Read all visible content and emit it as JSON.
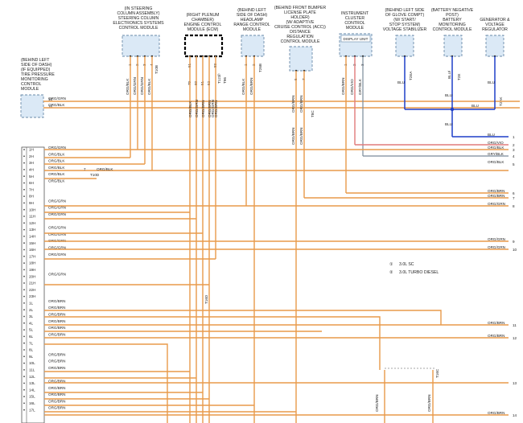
{
  "modules": {
    "tpm": {
      "lines": [
        "(BEHIND LEFT",
        "SIDE OF DASH)",
        "(IF EQUIPPED)",
        "TIRE PRESSURE",
        "MONITORING",
        "CONTROL",
        "MODULE"
      ]
    },
    "sccm": {
      "lines": [
        "(IN STEERING",
        "COLUMN ASSEMBLY)",
        "STEERING COLUMN",
        "ELECTRONICS SYSTEMS",
        "CONTROL MODULE"
      ]
    },
    "ecm": {
      "lines": [
        "(RIGHT PLENUM",
        "CHAMBER)",
        "ENGINE CONTROL",
        "MODULE (ECM)"
      ]
    },
    "hlr": {
      "lines": [
        "(BEHIND LEFT",
        "SIDE OF DASH)",
        "HEADLAMP",
        "RANGE CONTROL",
        "MODULE"
      ]
    },
    "acc": {
      "lines": [
        "(BEHIND FRONT BUMPER",
        "LICENSE PLATE",
        "HOLDER)",
        "(W/ ADAPTIVE",
        "CRUISE CONTROL (ACC))",
        "DISTANCE",
        "REGULATION",
        "CONTROL MODULE"
      ]
    },
    "ipc": {
      "lines": [
        "INSTRUMENT",
        "CLUSTER",
        "CONTROL",
        "MODULE"
      ],
      "sub": "DISPLAY UNIT"
    },
    "vstab": {
      "lines": [
        "(BEHIND LEFT SIDE",
        "OF GLOVE COMPT)",
        "(W/ START/",
        "STOP SYSTEM)",
        "VOLTAGE STABILIZER"
      ]
    },
    "bms": {
      "lines": [
        "(BATTERY NEGATIVE",
        "POST)",
        "BATTERY",
        "MONITORING",
        "CONTROL MODULE"
      ]
    },
    "gen": {
      "lines": [
        "GENERATOR &",
        "VOLTAGE",
        "REGULATOR"
      ]
    }
  },
  "pins": {
    "tpm": [
      "15",
      "16"
    ],
    "sccm": [
      "1",
      "2",
      "3",
      "4"
    ],
    "ecm": [
      "61",
      "79",
      "80",
      "51",
      "52",
      "83"
    ],
    "hlr": [
      "1",
      "2"
    ],
    "acc": [
      "6",
      "7"
    ],
    "ipc": [
      "1",
      "2",
      "3"
    ]
  },
  "connectors": {
    "sccm": "T10B",
    "ecm1": "T121",
    "ecm2": "T96",
    "hlr": "T26B",
    "acc": "T8C",
    "vstab": "T2EA",
    "bms": "T2E",
    "gen": "T2AK",
    "t10d": "T10D",
    "t16d": "T16D",
    "t16c": "T16C"
  },
  "ecm_note": "①",
  "wire_labels": {
    "tpm_15": "ORG/GRN",
    "tpm_16": "ORG/BLK",
    "sccm": [
      "ORG/BLK",
      "ORG/GRN",
      "ORG/GRN",
      "ORG/BLK"
    ],
    "ecm": [
      "ORG/BLK",
      "ORG/GRN",
      "ORG/BRN",
      "ORG/BRN",
      "ORG/GRN",
      "ORG/BRN"
    ],
    "hlr": [
      "ORG/BLK",
      "ORG/BRN"
    ],
    "acc": [
      "ORG/BRN",
      "ORG/BRN"
    ],
    "acc_lower": [
      "ORG/BRN",
      "ORG/BRN"
    ],
    "ipc": [
      "ORG/BRN",
      "ORG/VIO",
      "GRY/BLK"
    ],
    "vstab": "BLU",
    "bms1": "BLU/",
    "bms2": "BLU",
    "gen": "BLU",
    "blu_bus": "BLU",
    "blu_drop": "BLU",
    "t10d": [
      "ORG/BRN",
      "ORG/BRN"
    ]
  },
  "right_terms": [
    {
      "n": "1",
      "label": "BLU"
    },
    {
      "n": "2",
      "label": "ORG/VIO"
    },
    {
      "n": "3",
      "label": "ORG/BLK"
    },
    {
      "n": "4",
      "label": "GRY/BLK"
    },
    {
      "n": "5",
      "label": "ORG/BLK"
    },
    {
      "n": "6",
      "label": "ORG/BRN"
    },
    {
      "n": "7",
      "label": "ORG/BRN"
    },
    {
      "n": "8",
      "label": "ORG/GRN"
    },
    {
      "n": "9",
      "label": "ORG/GRN"
    },
    {
      "n": "10",
      "label": "ORG/GRN"
    },
    {
      "n": "11",
      "label": "ORG/BRN"
    },
    {
      "n": "12",
      "label": "ORG/BRN"
    },
    {
      "n": "13",
      "label": ""
    },
    {
      "n": "14",
      "label": "ORG/BRN"
    }
  ],
  "gateway_pins": [
    {
      "pin": "1H",
      "label": "ORG/GRN"
    },
    {
      "pin": "2H",
      "label": "ORG/BLK"
    },
    {
      "pin": "3H",
      "label": "ORG/BLK"
    },
    {
      "pin": "4H",
      "label": "ORG/BLK"
    },
    {
      "pin": "5H",
      "label": "ORG/BLK"
    },
    {
      "pin": "6H",
      "label": "ORG/BLK"
    },
    {
      "pin": "7H",
      "label": ""
    },
    {
      "pin": "8H",
      "label": ""
    },
    {
      "pin": "9H",
      "label": "ORG/GRN"
    },
    {
      "pin": "10H",
      "label": "ORG/GRN"
    },
    {
      "pin": "11H",
      "label": "ORG/GRN"
    },
    {
      "pin": "12H",
      "label": ""
    },
    {
      "pin": "13H",
      "label": "ORG/GRN"
    },
    {
      "pin": "14H",
      "label": "ORG/GRN"
    },
    {
      "pin": "15H",
      "label": "ORG/GRN"
    },
    {
      "pin": "16H",
      "label": "ORG/GRN"
    },
    {
      "pin": "17H",
      "label": "ORG/GRN"
    },
    {
      "pin": "18H",
      "label": ""
    },
    {
      "pin": "19H",
      "label": ""
    },
    {
      "pin": "20H",
      "label": "ORG/GRN"
    },
    {
      "pin": "21H",
      "label": ""
    },
    {
      "pin": "22H",
      "label": ""
    },
    {
      "pin": "23H",
      "label": ""
    },
    {
      "pin": "1L",
      "label": "ORG/BRN"
    },
    {
      "pin": "2L",
      "label": "ORG/BRN"
    },
    {
      "pin": "3L",
      "label": "ORG/BRN"
    },
    {
      "pin": "4L",
      "label": "ORG/BRN"
    },
    {
      "pin": "5L",
      "label": "ORG/BRN"
    },
    {
      "pin": "6L",
      "label": "ORG/BRN"
    },
    {
      "pin": "7L",
      "label": ""
    },
    {
      "pin": "8L",
      "label": ""
    },
    {
      "pin": "9L",
      "label": "ORG/BRN"
    },
    {
      "pin": "10L",
      "label": "ORG/BRN"
    },
    {
      "pin": "11L",
      "label": "ORG/BRN"
    },
    {
      "pin": "12L",
      "label": ""
    },
    {
      "pin": "13L",
      "label": "ORG/BRN"
    },
    {
      "pin": "14L",
      "label": "ORG/BRN"
    },
    {
      "pin": "15L",
      "label": "ORG/BRN"
    },
    {
      "pin": "16L",
      "label": "ORG/BRN"
    },
    {
      "pin": "17L",
      "label": "ORG/BRN"
    }
  ],
  "pin_6h_branch": {
    "pin": "7",
    "label": "ORG/BLK",
    "connector": "T10D"
  },
  "legend": [
    {
      "mark": "①",
      "text": "3.0L SC"
    },
    {
      "mark": "②",
      "text": "3.0L TURBO DIESEL"
    }
  ],
  "colors": {
    "orange": "#e89a4a",
    "blue": "#1e3fc8",
    "violet": "#e07b7b",
    "gray": "#7a8a9a",
    "module_fill": "#dbe9f6"
  }
}
